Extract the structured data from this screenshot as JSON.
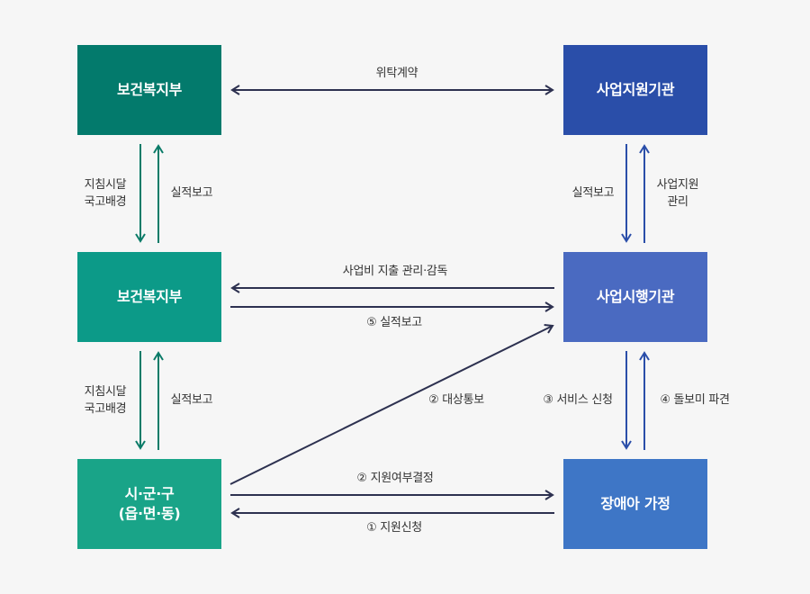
{
  "nodes": {
    "ministry_top": {
      "label": "보건복지부",
      "color": "#037a6c"
    },
    "support_org": {
      "label": "사업지원기관",
      "color": "#2a4ea9"
    },
    "ministry_mid": {
      "label": "보건복지부",
      "color": "#0c9a88"
    },
    "exec_org": {
      "label": "사업시행기관",
      "color": "#4a6ac1"
    },
    "local_gov": {
      "label": "시·군·구\n(읍·면·동)",
      "color": "#19a488"
    },
    "family": {
      "label": "장애아 가정",
      "color": "#3e76c6"
    }
  },
  "edges": {
    "contract": "위탁계약",
    "guideline_1": "지침시달\n국고배경",
    "report_1": "실적보고",
    "report_support": "실적보고",
    "support_manage": "사업지원\n관리",
    "expense_supervise": "사업비 지출 관리·감독",
    "report_5": "⑤ 실적보고",
    "guideline_2": "지침시달\n국고배경",
    "report_2": "실적보고",
    "notify_target": "② 대상통보",
    "service_request": "③ 서비스 신청",
    "caregiver_dispatch": "④ 돌보미 파견",
    "decision": "② 지원여부결정",
    "apply": "① 지원신청"
  },
  "colors": {
    "green_arrow": "#0a7b68",
    "navy_arrow": "#2d3150",
    "blue_arrow": "#2a4ea9"
  }
}
